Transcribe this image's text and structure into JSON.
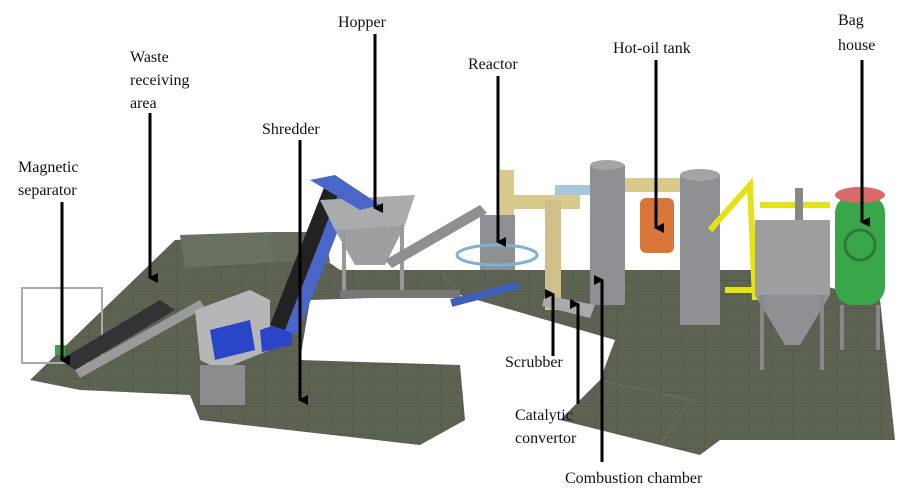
{
  "labels": {
    "magnetic_separator": [
      "Magnetic",
      "separator"
    ],
    "waste_receiving_area": [
      "Waste",
      "receiving",
      "area"
    ],
    "shredder": "Shredder",
    "hopper": "Hopper",
    "reactor": "Reactor",
    "hot_oil_tank": "Hot-oil tank",
    "bag_house": [
      "Bag",
      "house"
    ],
    "scrubber": "Scrubber",
    "catalytic_convertor": [
      "Catalytic",
      "convertor"
    ],
    "combustion_chamber": "Combustion chamber"
  },
  "colors": {
    "floor": "#5d6353",
    "wall": "#6b7160",
    "equipment_gray": "#8e9094",
    "conveyor_blue": "#3f5fb8",
    "hot_oil_tank": "#d9773a",
    "bag_house": "#3aa64a",
    "pipe_yellow": "#e6e21a",
    "pipe_tan": "#d8c98c"
  }
}
